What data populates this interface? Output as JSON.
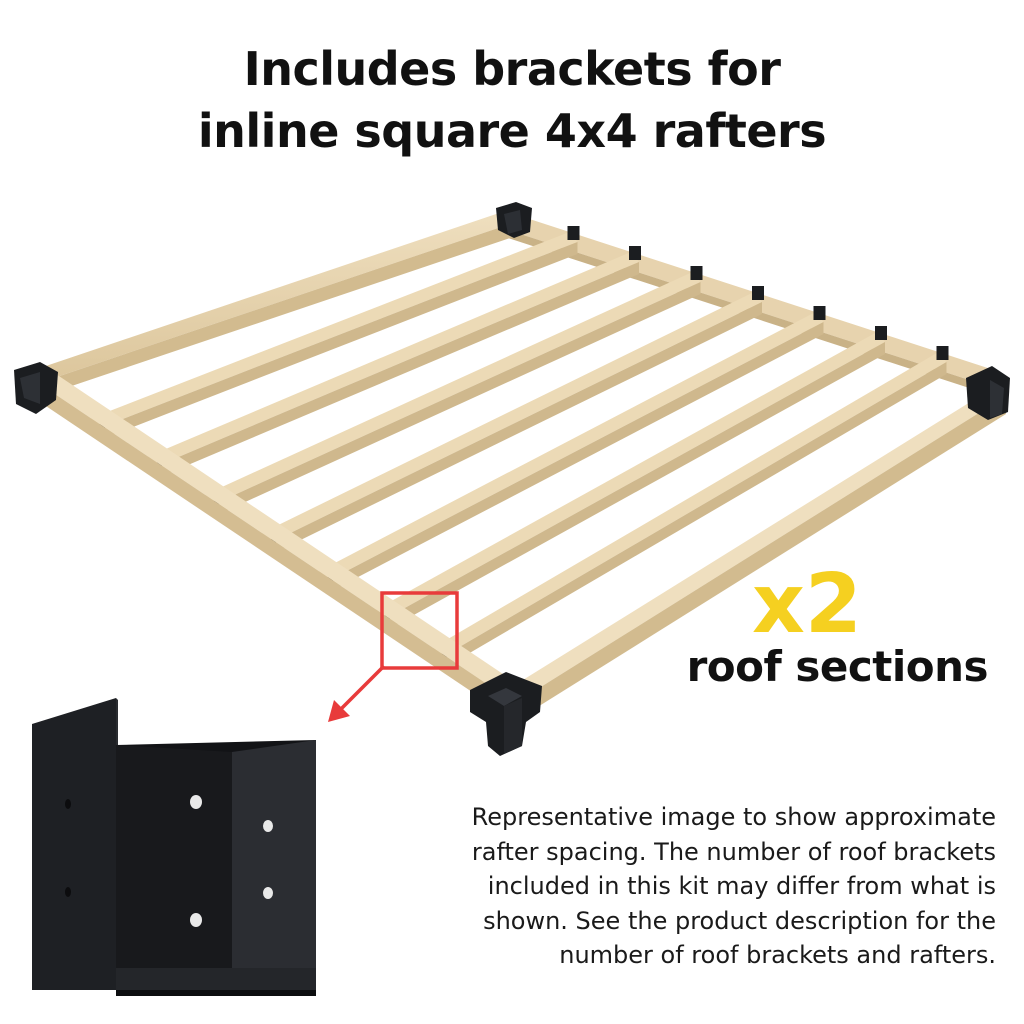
{
  "headline": {
    "line1": "Includes brackets for",
    "line2": "inline square 4x4 rafters"
  },
  "badge": {
    "multiplier": "x2",
    "label": "roof sections",
    "multiplier_color": "#f5d020"
  },
  "disclaimer": {
    "lines": [
      "Representative image to show approximate",
      "rafter spacing. The number of roof brackets",
      "included in this kit may differ from what is",
      "shown. See the product description for the",
      "number of roof brackets and rafters."
    ]
  },
  "colors": {
    "wood": "#e7d3ae",
    "wood_dark": "#c9b287",
    "bracket": "#1b1d20",
    "highlight": "#e83b3b",
    "text": "#111111"
  },
  "illustration": {
    "subject": "pergola roof frame with inline rafters and corner brackets",
    "callout": "zoomed view of black rafter bracket"
  }
}
